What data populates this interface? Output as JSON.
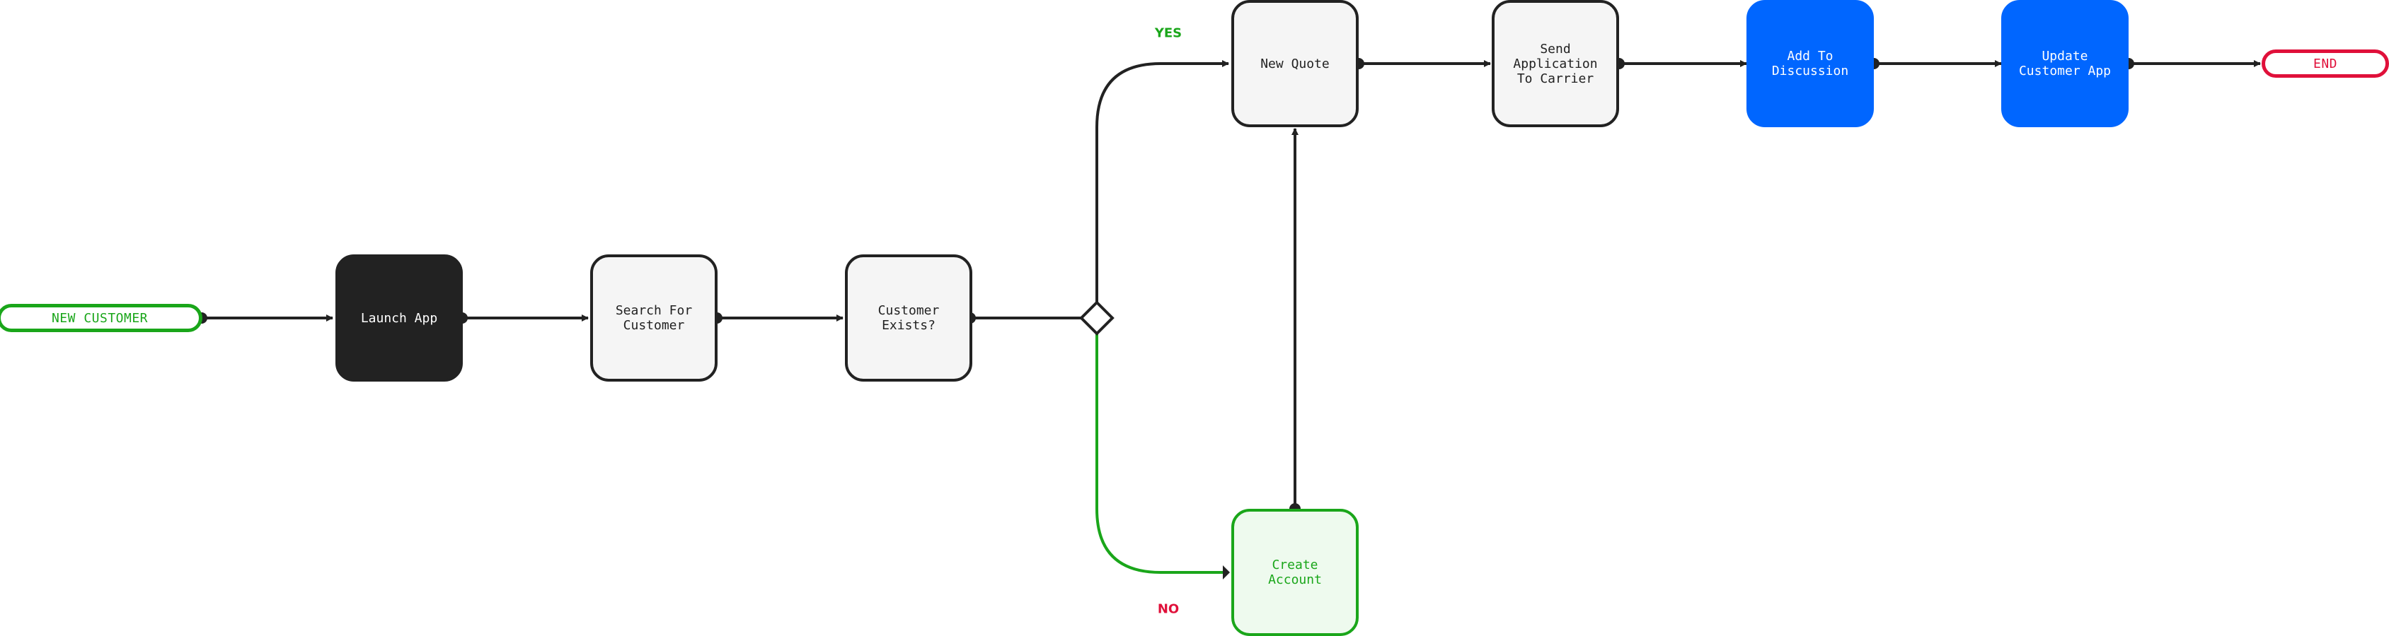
{
  "diagram": {
    "start_node": {
      "label": "NEW CUSTOMER",
      "color": "#1aa61a"
    },
    "end_node": {
      "label": "END",
      "color": "#e0103a"
    },
    "steps": {
      "launch_app": {
        "label": "Launch App"
      },
      "search_customer": {
        "label": "Search For\nCustomer"
      },
      "customer_exists": {
        "label": "Customer\nExists?"
      },
      "new_quote": {
        "label": "New Quote"
      },
      "send_application": {
        "label": "Send\nApplication\nTo Carrier"
      },
      "add_discussion": {
        "label": "Add To\nDiscussion"
      },
      "update_app": {
        "label": "Update\nCustomer App"
      },
      "create_account": {
        "label": "Create\nAccount"
      }
    },
    "decision": {
      "yes_label": "YES",
      "no_label": "NO",
      "yes_color": "#1aa61a",
      "no_color": "#e0103a"
    },
    "colors": {
      "line": "#222222",
      "dark_node": "#222222",
      "light_node": "#f5f5f5",
      "blue_node": "#0066ff",
      "green_branch": "#1aa61a"
    }
  }
}
